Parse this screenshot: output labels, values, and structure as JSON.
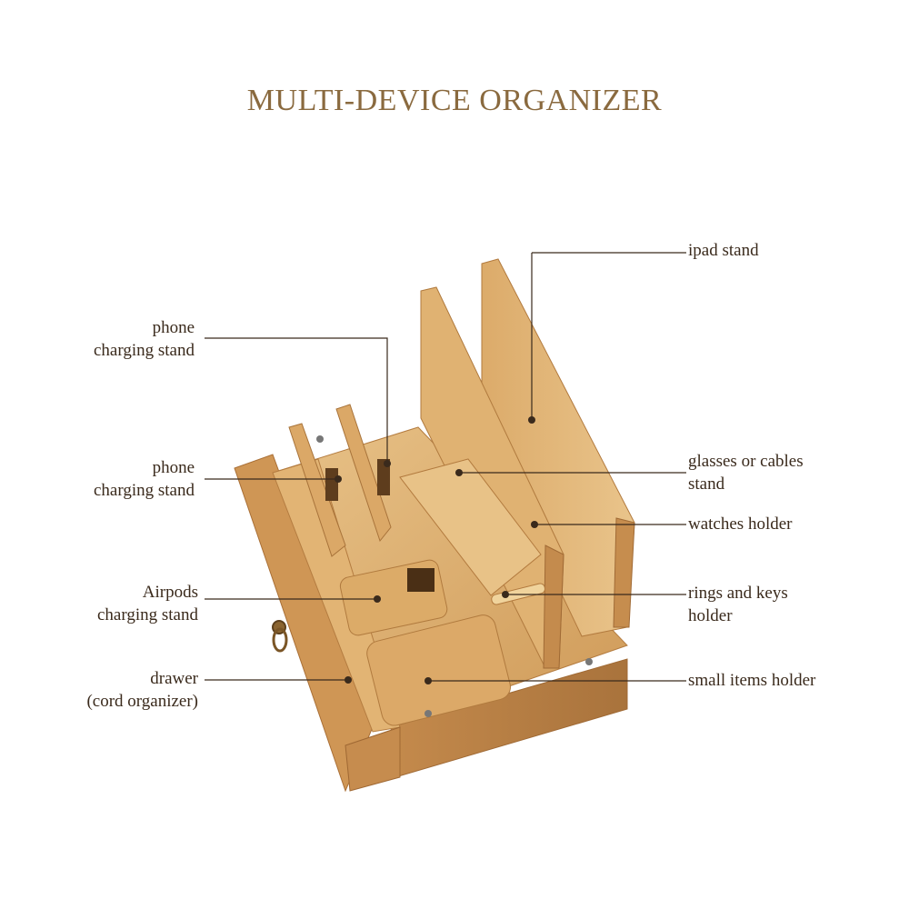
{
  "title": "MULTI-DEVICE ORGANIZER",
  "colors": {
    "title": "#8a6a3f",
    "label": "#3a2a1c",
    "leader": "#3a2a1c",
    "wood_light": "#e3bb7c",
    "wood_mid": "#d29d5d",
    "wood_dark": "#b57d42"
  },
  "labels": {
    "phone_stand_1": [
      "phone",
      "charging stand"
    ],
    "phone_stand_2": [
      "phone",
      "charging stand"
    ],
    "airpods_stand": [
      "Airpods",
      "charging stand"
    ],
    "drawer": [
      "drawer",
      "(cord organizer)"
    ],
    "ipad_stand": [
      "ipad stand"
    ],
    "glasses_stand": [
      "glasses or cables",
      "stand"
    ],
    "watches_holder": [
      "watches holder"
    ],
    "rings_keys_holder": [
      "rings and keys",
      "holder"
    ],
    "small_items_holder": [
      "small items holder"
    ]
  }
}
